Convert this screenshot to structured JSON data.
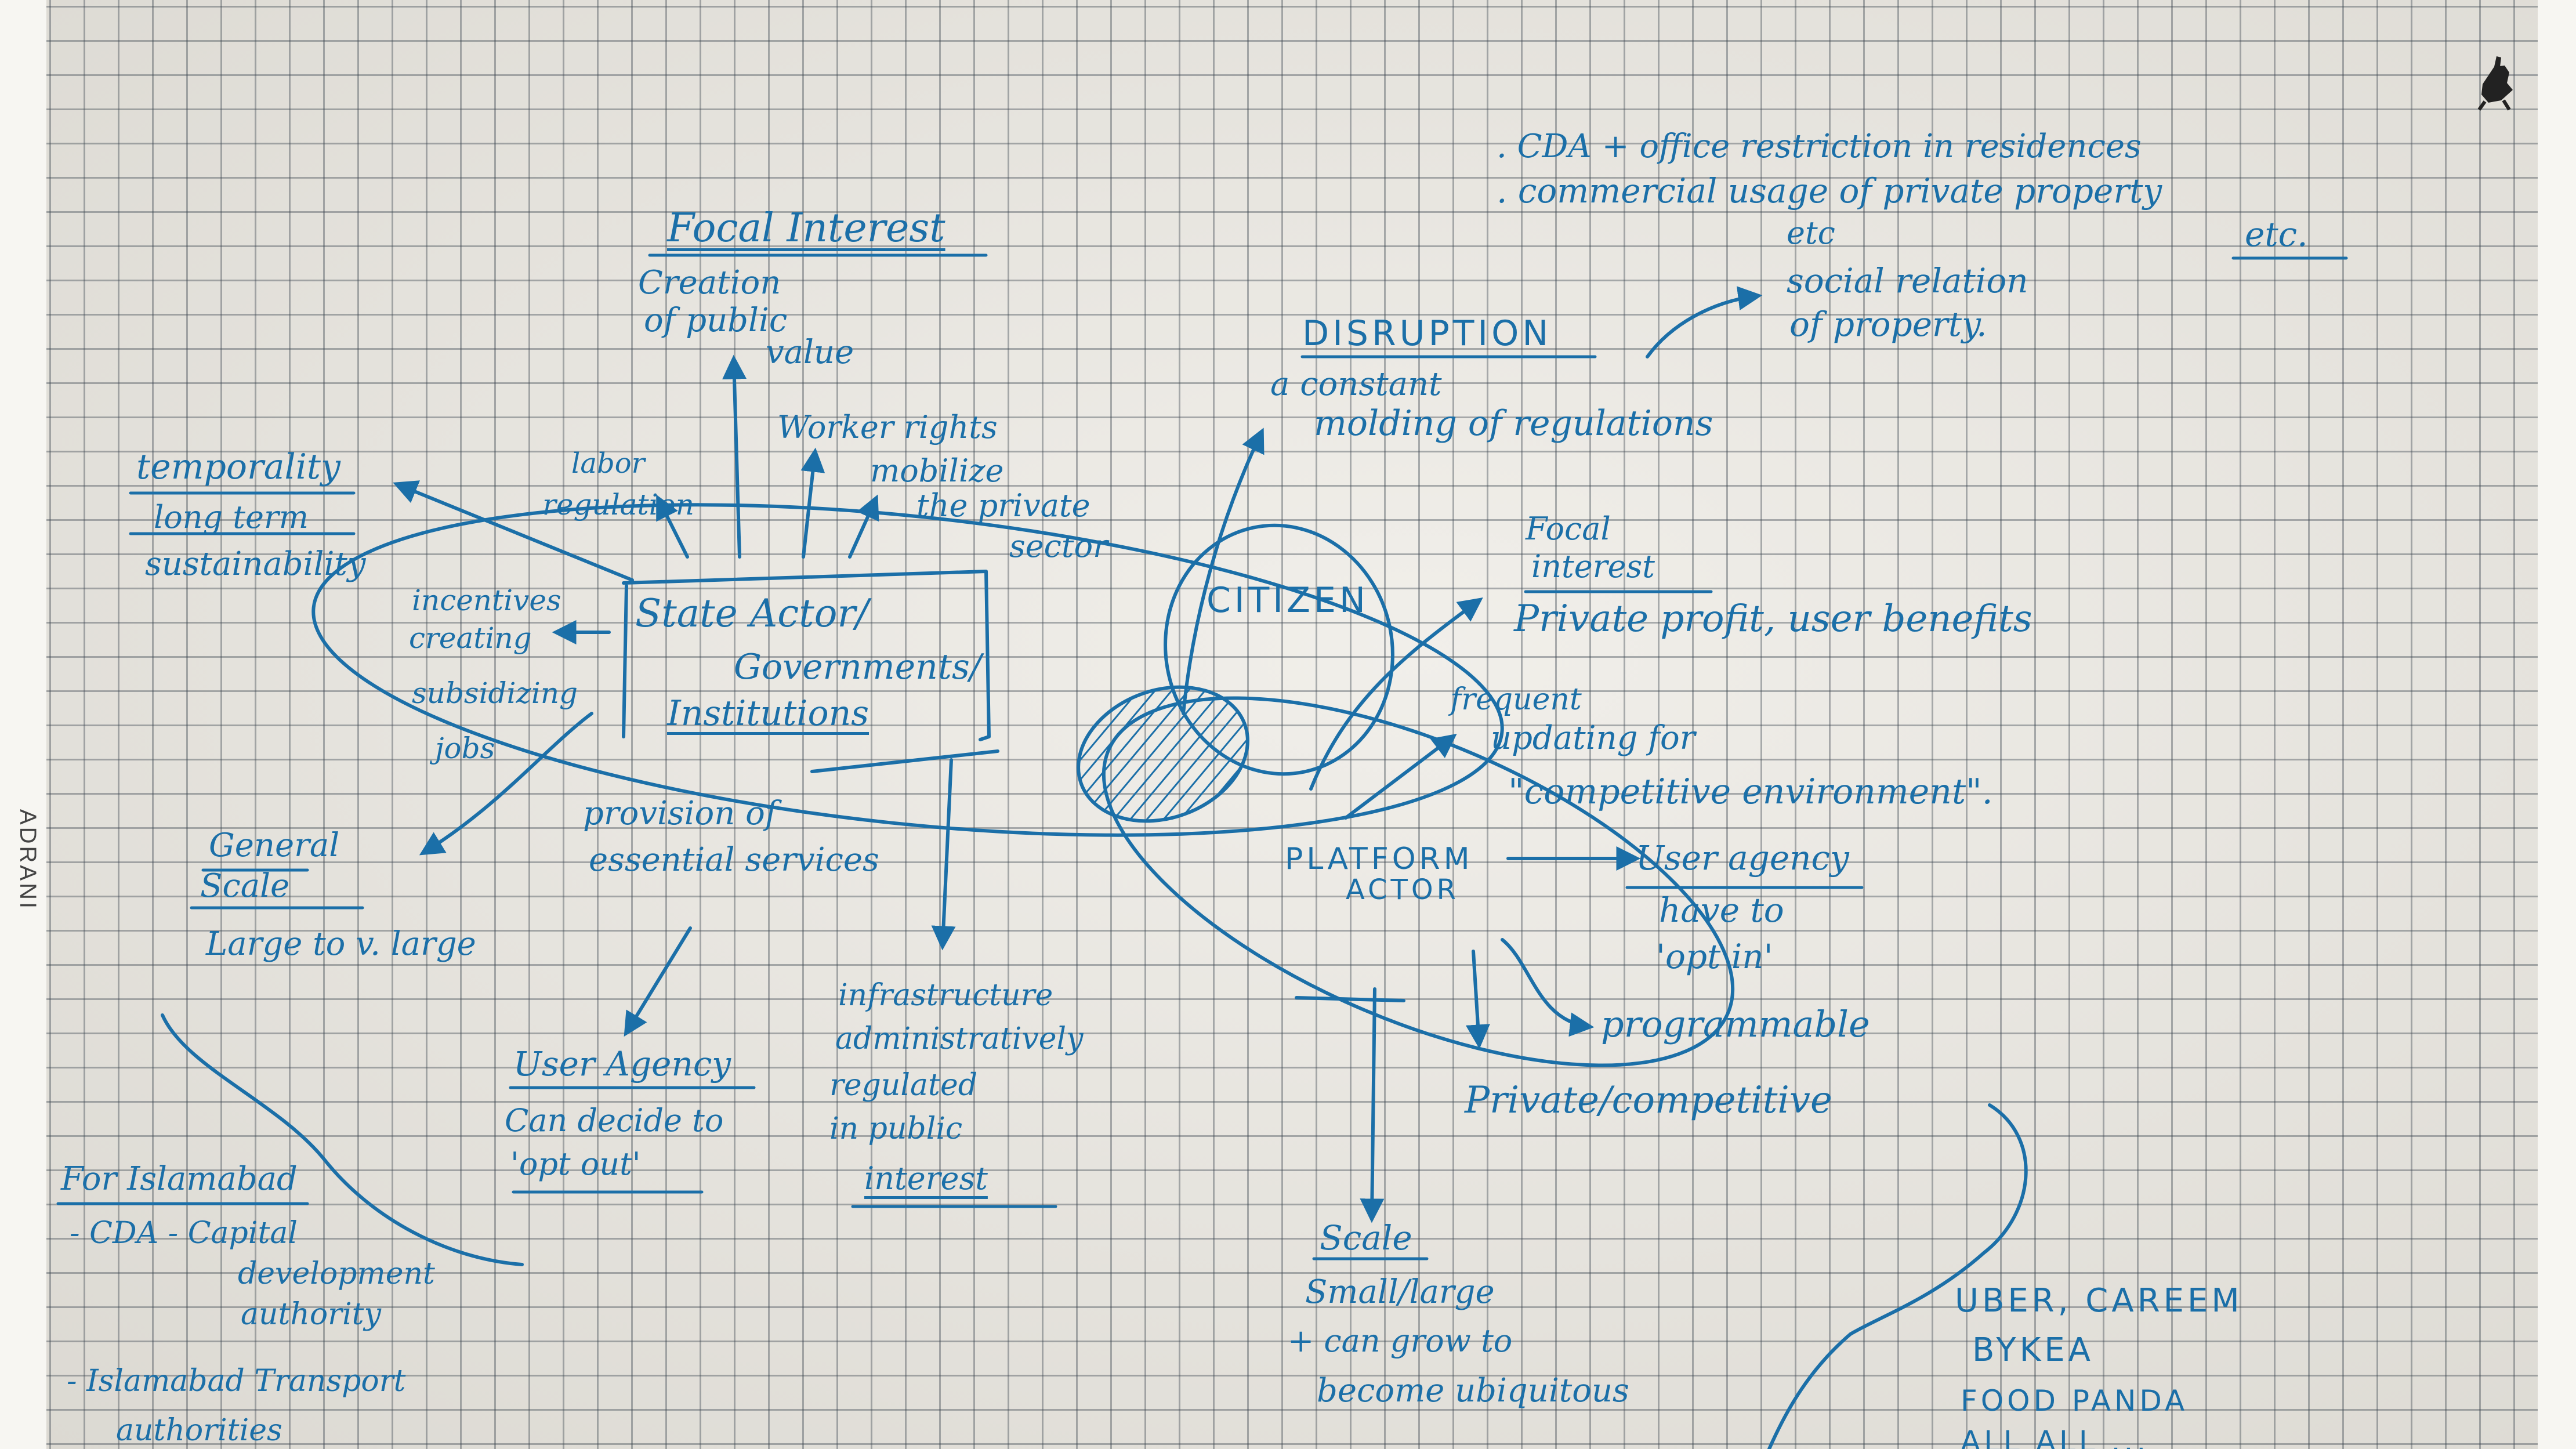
{
  "sheet": {
    "side_label": "ADRANI"
  },
  "colors": {
    "ink": "#1b6fa8",
    "paper": "#f1efea",
    "grid": "#5a6470"
  },
  "icons": {
    "corner_mark": "figure-stamp-icon"
  },
  "state": {
    "focal_heading": "Focal Interest",
    "focal_text": [
      "Creation",
      "of public",
      "value"
    ],
    "temporality": "temporality",
    "temporality_sub": [
      "long term",
      "sustainability"
    ],
    "incentives": [
      "incentives",
      "creating",
      "subsidizing",
      "jobs"
    ],
    "labor": [
      "labor",
      "regulation"
    ],
    "worker_rights": "Worker rights",
    "mobilize": [
      "mobilize",
      "the private",
      "sector"
    ],
    "actor": [
      "State Actor/",
      "Governments/",
      "Institutions"
    ],
    "provision": [
      "provision of",
      "essential services"
    ],
    "general_scale": [
      "General",
      "Scale"
    ],
    "scale_value": "Large to v. large",
    "user_agency": "User Agency",
    "user_agency_text": [
      "Can decide to",
      "'opt out'"
    ],
    "infrastructure": [
      "infrastructure",
      "administratively",
      "regulated"
    ],
    "public_interest": [
      "in public",
      "interest"
    ]
  },
  "islamabad": {
    "heading": "For Islamabad",
    "items": [
      "- CDA - Capital",
      "development",
      "authority",
      "- Islamabad Transport",
      "authorities"
    ]
  },
  "disruption": {
    "heading": "DISRUPTION",
    "text": [
      "a constant",
      "molding of regulations"
    ],
    "notes": [
      ". CDA + office restriction in residences",
      ". commercial usage of private property",
      "etc",
      "etc."
    ],
    "social": [
      "social relation",
      "of property."
    ]
  },
  "citizen": {
    "label": "CITIZEN"
  },
  "platform": {
    "label": [
      "PLATFORM",
      "ACTOR"
    ],
    "focal_heading": [
      "Focal",
      "interest"
    ],
    "focal_text": "Private profit, user benefits",
    "updating": [
      "frequent",
      "updating for",
      "\"competitive environment\"."
    ],
    "user_agency": "User agency",
    "user_agency_text": [
      "have to",
      "'opt in'"
    ],
    "programmable": "programmable",
    "private": "Private/competitive",
    "scale_heading": "Scale",
    "scale_text": [
      "Small/large",
      "+ can grow to",
      "become ubiquitous"
    ],
    "examples": [
      "UBER, CAREEM",
      "BYKEA",
      "FOOD PANDA",
      "ALL ALL ..."
    ]
  }
}
